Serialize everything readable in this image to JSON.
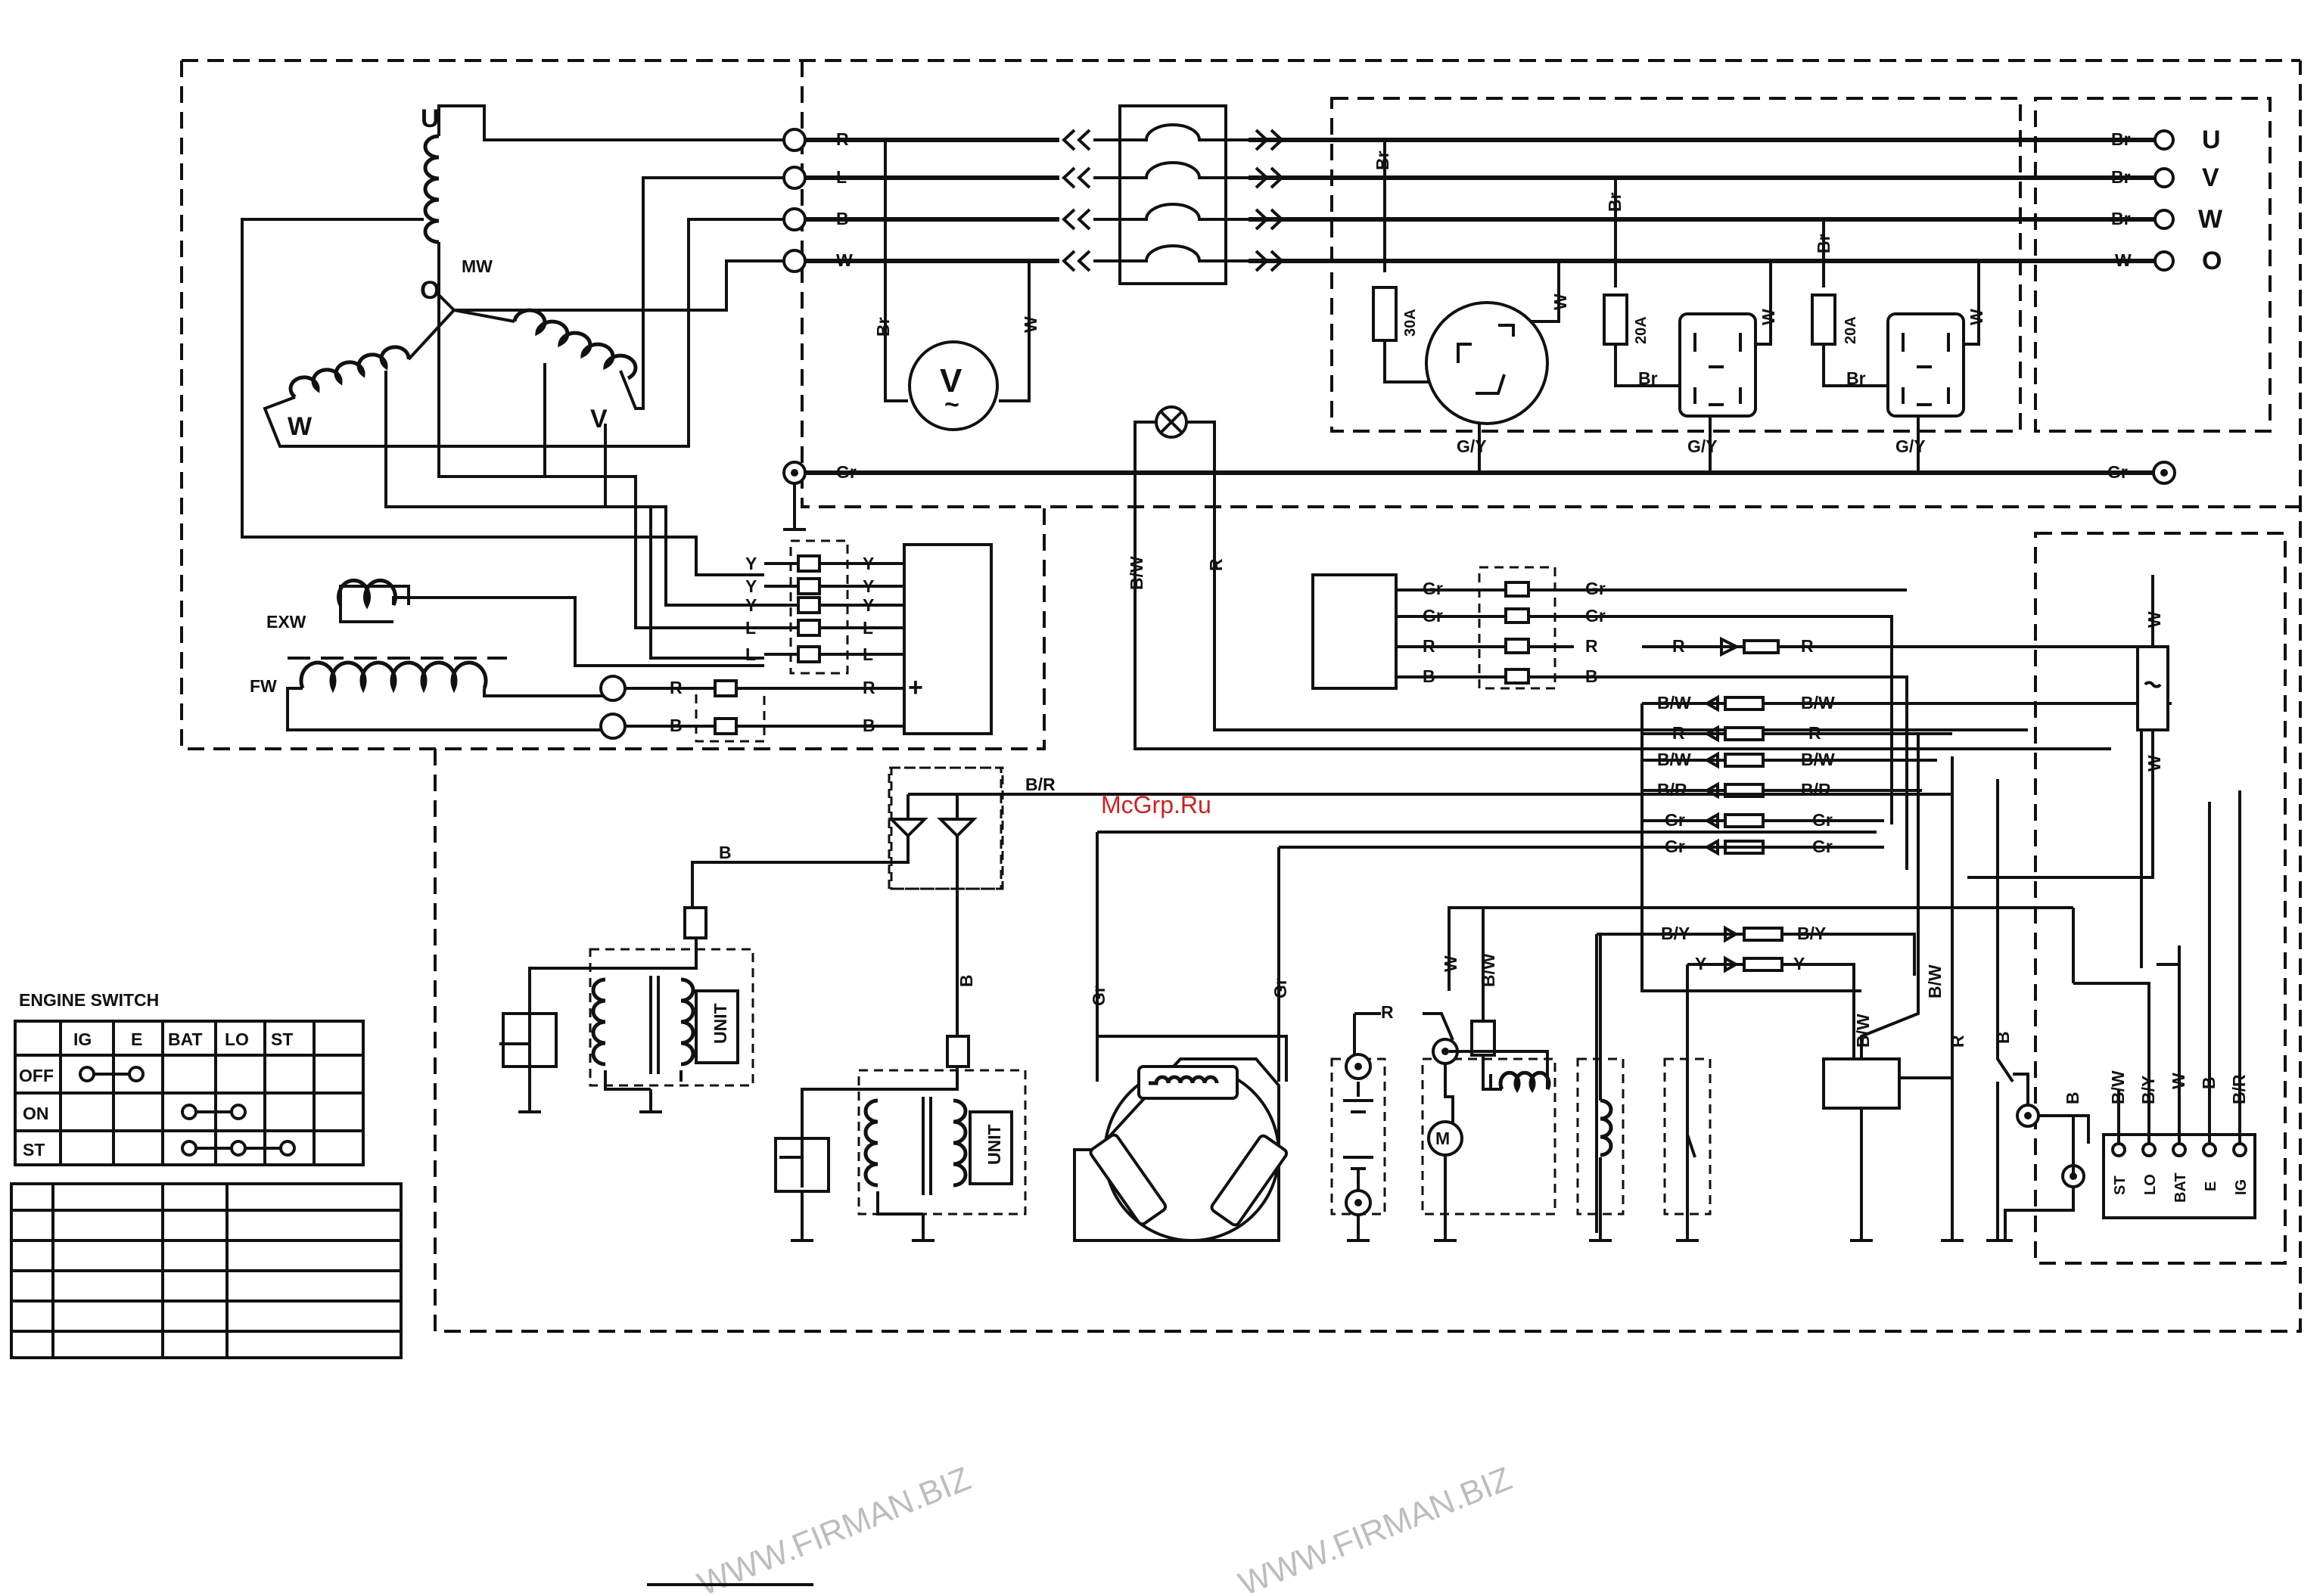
{
  "winding": {
    "u": "U",
    "v": "V",
    "w": "W",
    "o": "O",
    "mw": "MW",
    "exw": "EXW",
    "fw": "FW"
  },
  "wires": {
    "r": "R",
    "l": "L",
    "b": "B",
    "w": "W",
    "y": "Y",
    "gr": "Gr",
    "br": "Br",
    "bw": "B/W",
    "br_red": "B/R",
    "by": "B/Y",
    "gy": "G/Y",
    "plus": "+"
  },
  "fuse_ratings": [
    "30A",
    "20A",
    "20A"
  ],
  "outputs": [
    "U",
    "V",
    "W",
    "O"
  ],
  "voltmeter": {
    "symbol": "V",
    "tilde": "~"
  },
  "unit_label": "UNIT",
  "motor_label": "M",
  "ignition_terms": [
    "ST",
    "LO",
    "BAT",
    "E",
    "IG"
  ],
  "ignition_wires": [
    "B",
    "B/W",
    "B/Y",
    "W",
    "B",
    "B/R"
  ],
  "engine_switch": {
    "title": "ENGINE SWITCH",
    "columns": [
      "IG",
      "E",
      "BAT",
      "LO",
      "ST"
    ],
    "rows": [
      "OFF",
      "ON",
      "ST"
    ]
  },
  "watermarks": [
    "WWW.FIRMAN.BIZ",
    "WWW.FIRMAN.BIZ"
  ],
  "site_mark": "McGrp.Ru"
}
